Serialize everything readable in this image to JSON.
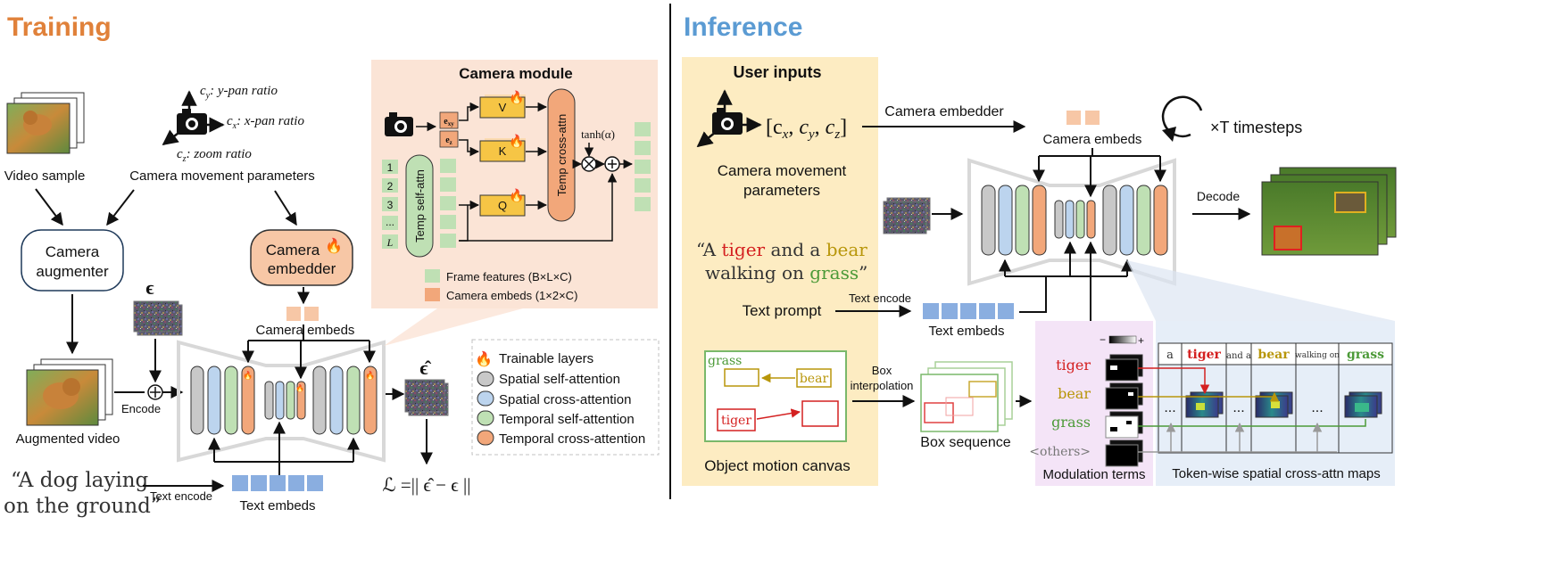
{
  "training": {
    "title": "Training",
    "video_sample": "Video sample",
    "camera_params_label": "Camera movement parameters",
    "cy": "c",
    "cy_sub": "y",
    "cy_text": ": y-pan ratio",
    "cx": "c",
    "cx_sub": "x",
    "cx_text": ": x-pan ratio",
    "cz": "c",
    "cz_sub": "z",
    "cz_text": ": zoom ratio",
    "augmenter_line1": "Camera",
    "augmenter_line2": "augmenter",
    "embedder_line1": "Camera",
    "embedder_line2": "embedder",
    "epsilon": "ϵ",
    "epsilon_hat": "ϵ̂",
    "augmented_video": "Augmented video",
    "encode": "Encode",
    "camera_embeds": "Camera embeds",
    "prompt_line1": "“A dog laying",
    "prompt_line2": "on the ground”",
    "text_encode": "Text encode",
    "text_embeds": "Text embeds",
    "loss": "ℒ =|| ϵ̂ − ϵ ||"
  },
  "camera_module": {
    "title": "Camera module",
    "exy": "e",
    "exy_sub": "xy",
    "ez": "e",
    "ez_sub": "z",
    "v": "V",
    "k": "K",
    "q": "Q",
    "temp_cross": "Temp cross-attn",
    "temp_self": "Temp self-attn",
    "tanh": "tanh(α)",
    "frames": [
      "1",
      "2",
      "3",
      "...",
      "L"
    ],
    "legend_frame": "Frame features (B×L×C)",
    "legend_cam": "Camera embeds (1×2×C)"
  },
  "legend": {
    "trainable": "Trainable layers",
    "spatial_self": "Spatial self-attention",
    "spatial_cross": "Spatial cross-attention",
    "temporal_self": "Temporal self-attention",
    "temporal_cross": "Temporal cross-attention"
  },
  "inference": {
    "title": "Inference",
    "user_inputs": "User inputs",
    "cam_vector": "[c",
    "cam_params_line1": "Camera movement",
    "cam_params_line2": "parameters",
    "camera_embedder": "Camera embedder",
    "camera_embeds": "Camera embeds",
    "timesteps": "×T  timesteps",
    "decode": "Decode",
    "prompt_q1": "“A ",
    "prompt_tiger": "tiger",
    "prompt_and": " and a ",
    "prompt_bear": "bear",
    "prompt_line2a": "walking on ",
    "prompt_grass": "grass",
    "prompt_q2": "”",
    "text_prompt": "Text prompt",
    "text_encode": "Text encode",
    "text_embeds": "Text embeds",
    "canvas_grass": "grass",
    "canvas_bear": "bear",
    "canvas_tiger": "tiger",
    "canvas_label": "Object motion canvas",
    "box_interp_line1": "Box",
    "box_interp_line2": "interpolation",
    "box_sequence": "Box sequence",
    "mod_tiger": "tiger",
    "mod_bear": "bear",
    "mod_grass": "grass",
    "mod_others": "<others>",
    "mod_minus": "−",
    "mod_plus": "+",
    "modulation_terms": "Modulation terms",
    "tokens": [
      "a",
      "tiger",
      "and a",
      "bear",
      "walking on",
      "grass"
    ],
    "dots": "...",
    "token_maps": "Token-wise spatial cross-attn maps"
  },
  "colors": {
    "training_title": "#e0813a",
    "inference_title": "#5b9bd3",
    "gray": "#c8c8c8",
    "blue": "#bcd4ee",
    "green": "#bfe0b4",
    "orange": "#f2a77a",
    "tiger": "#d42020",
    "bear": "#b8960a",
    "grass": "#4c9a38"
  }
}
